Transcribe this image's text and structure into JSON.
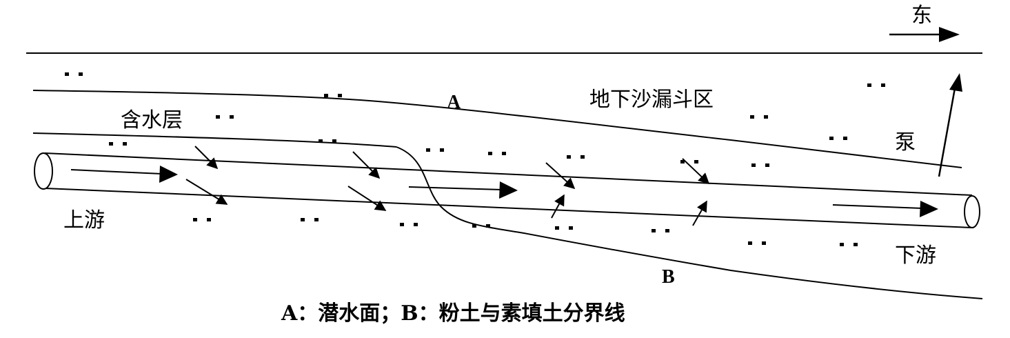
{
  "labels": {
    "east": "东",
    "line_a": "A",
    "line_b": "B",
    "aquifer": "含水层",
    "funnel_zone": "地下沙漏斗区",
    "pump": "泵",
    "upstream": "上游",
    "downstream": "下游",
    "caption": "A：潜水面；B：粉土与素填土分界线"
  },
  "colors": {
    "ink": "#000000",
    "background": "#ffffff"
  }
}
